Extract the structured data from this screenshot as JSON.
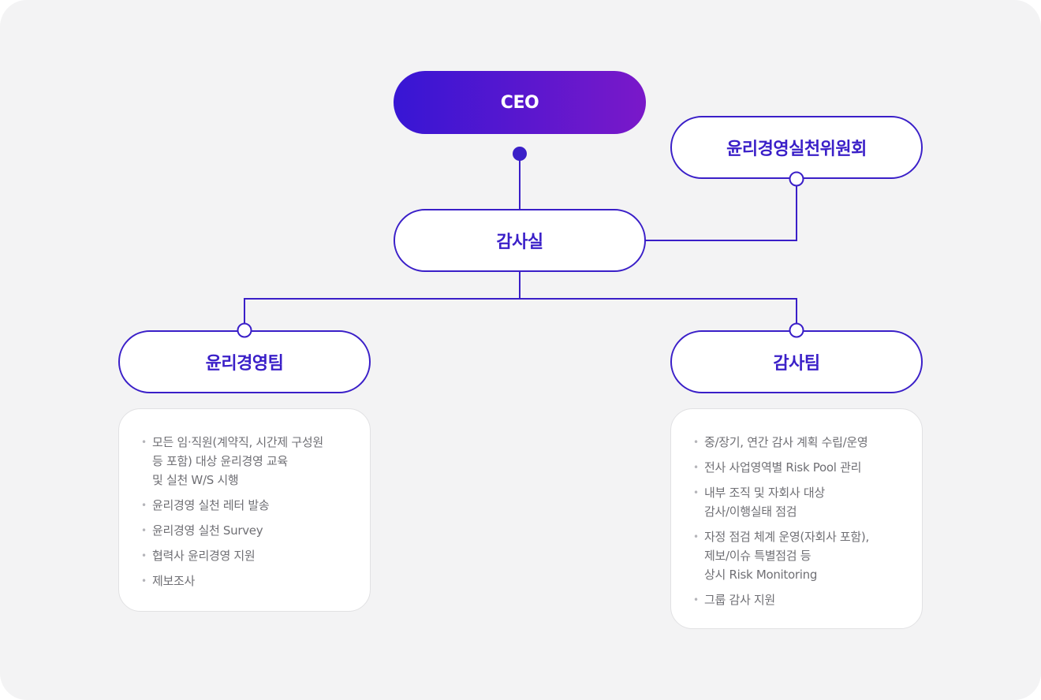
{
  "colors": {
    "accent": "#3a1fc8",
    "ceo_gradient_start": "#3716d4",
    "ceo_gradient_end": "#7a18c9",
    "background": "#f3f3f4"
  },
  "nodes": {
    "ceo": "CEO",
    "ethics_committee": "윤리경영실천위원회",
    "audit_office": "감사실",
    "ethics_team": "윤리경영팀",
    "audit_team": "감사팀"
  },
  "ethics_team_duties": [
    "모든 임·직원(계약직, 시간제 구성원\n등 포함) 대상 윤리경영 교육\n및 실천 W/S 시행",
    "윤리경영 실천 레터 발송",
    "윤리경영 실천 Survey",
    "협력사 윤리경영 지원",
    "제보조사"
  ],
  "audit_team_duties": [
    "중/장기, 연간 감사 계획 수립/운영",
    "전사 사업영역별 Risk Pool 관리",
    "내부 조직 및 자회사 대상\n감사/이행실태 점검",
    "자정 점검 체계 운영(자회사 포함),\n제보/이슈 특별점검 등\n상시 Risk Monitoring",
    "그룹 감사 지원"
  ]
}
